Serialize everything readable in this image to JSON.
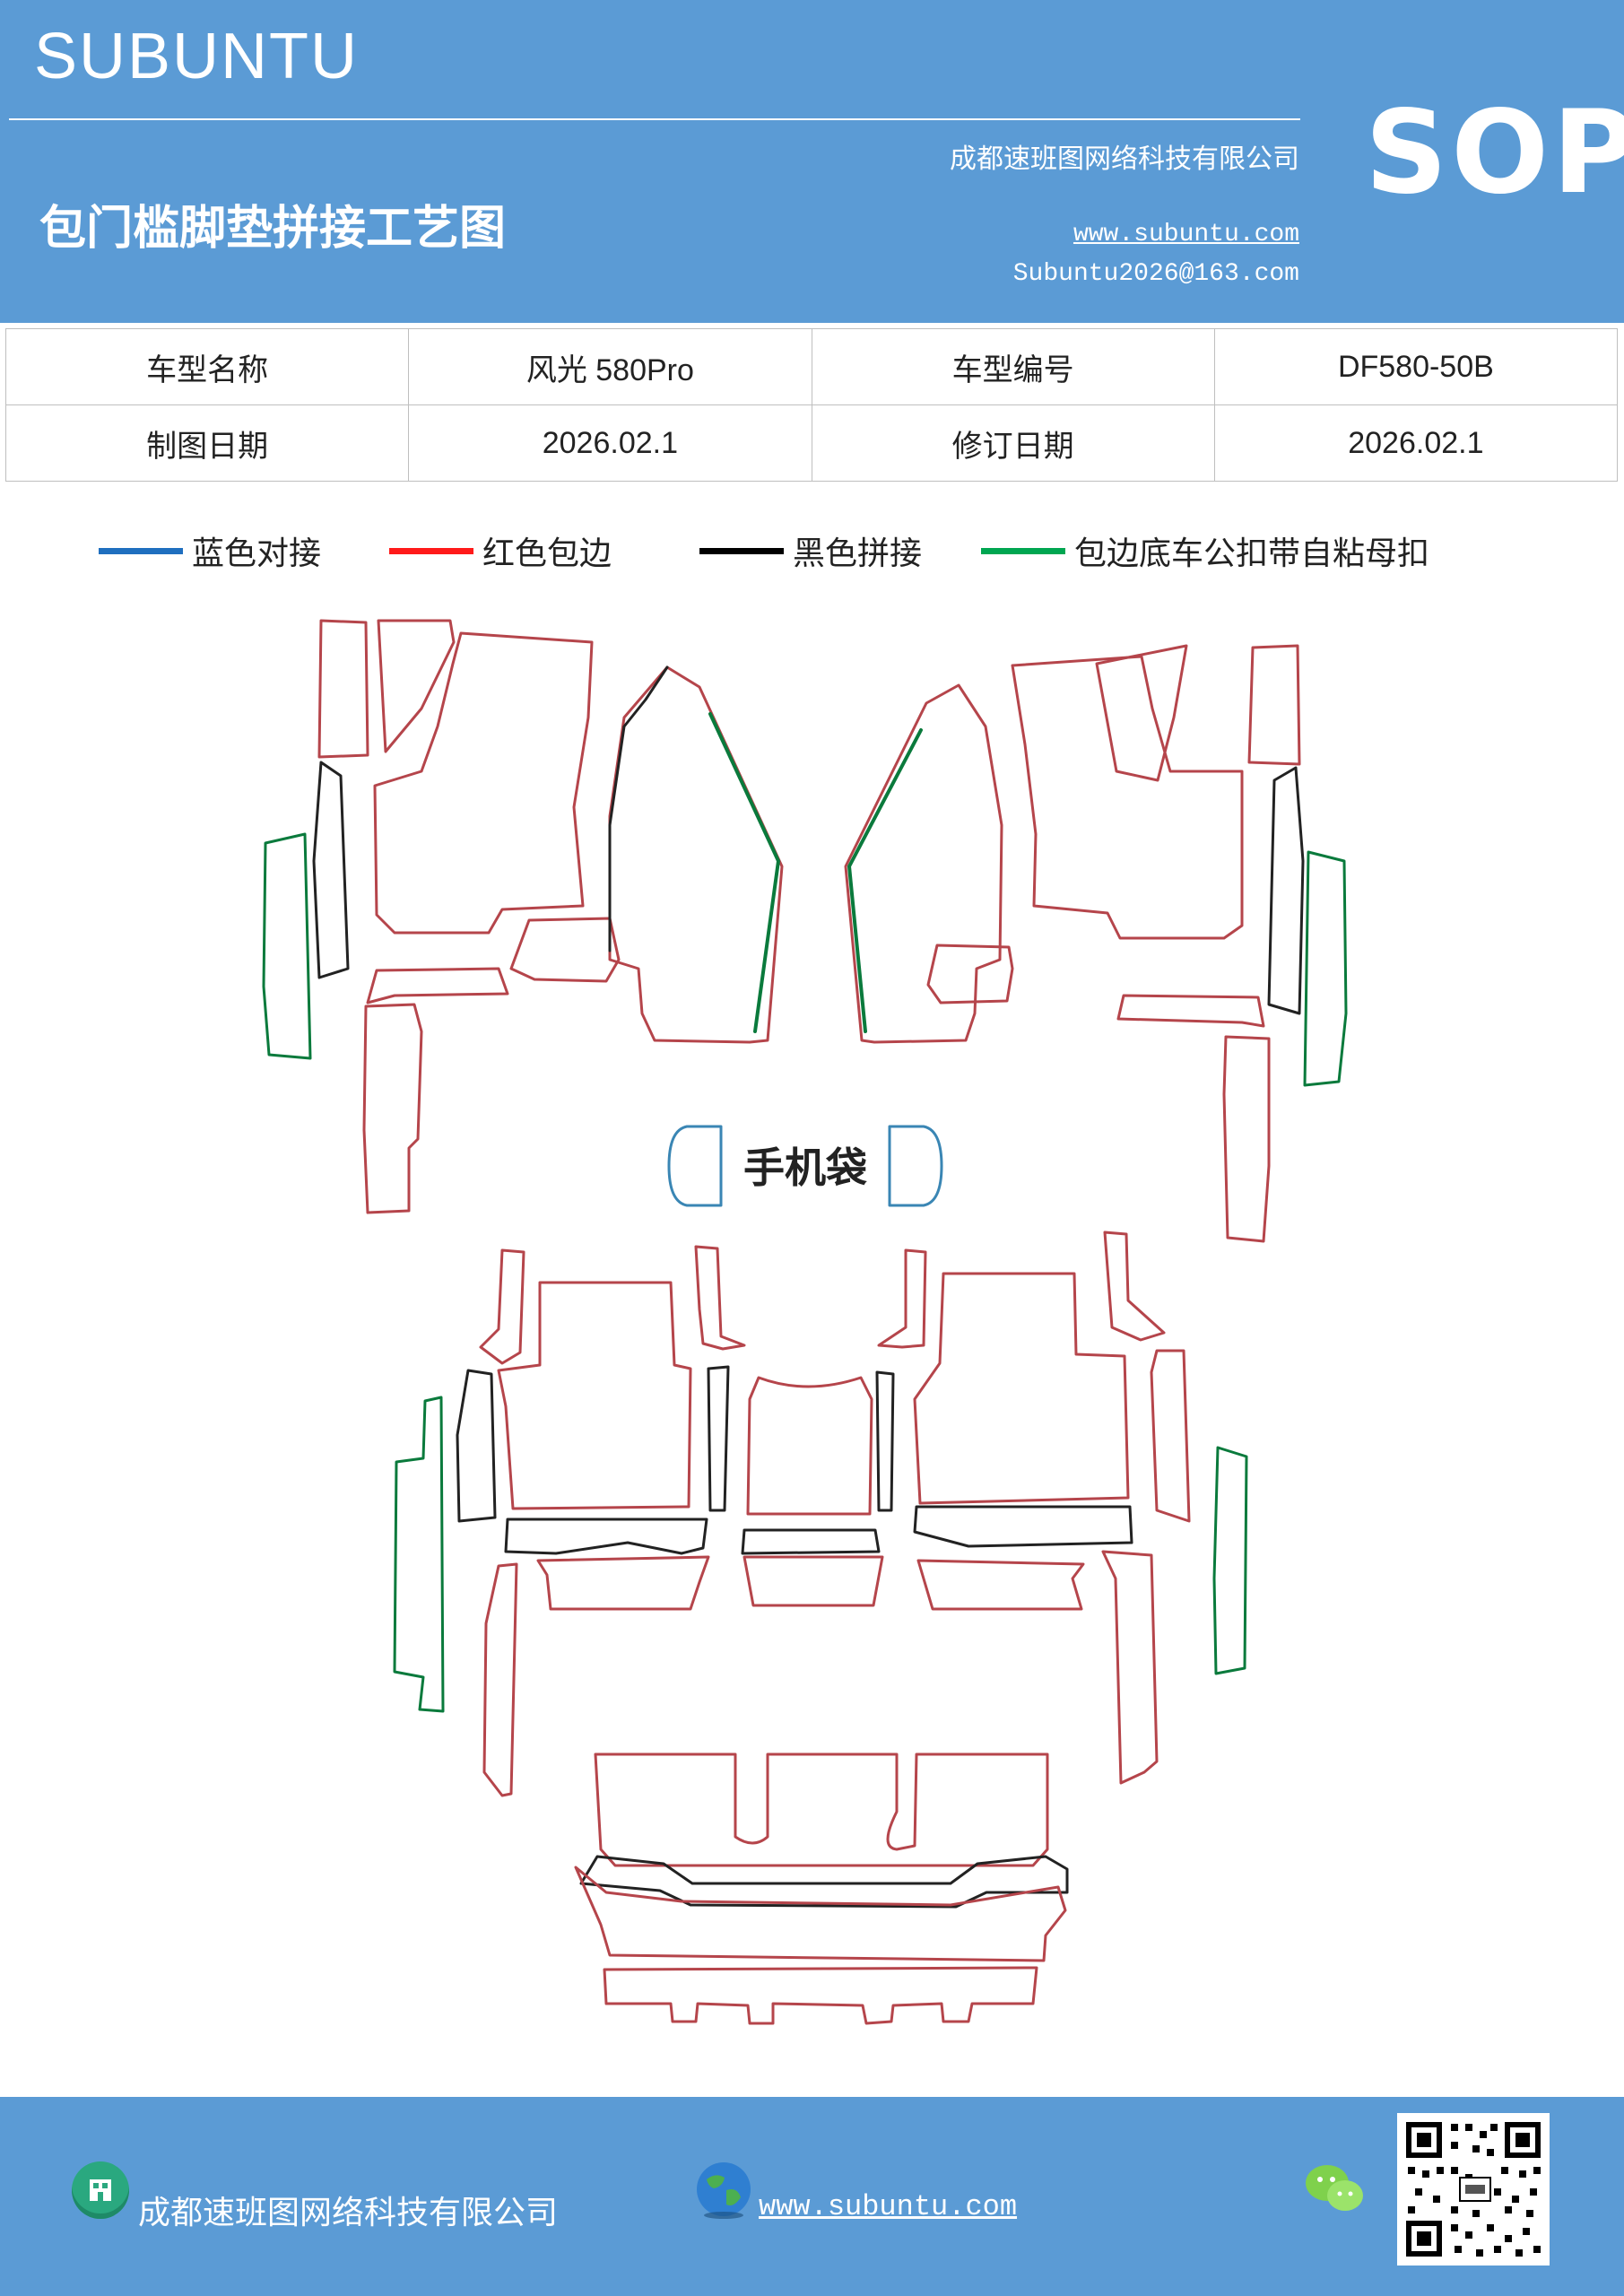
{
  "header": {
    "brand": "SUBUNTU",
    "sop": "SOP",
    "company": "成都速班图网络科技有限公司",
    "title": "包门槛脚垫拼接工艺图",
    "website": "www.subuntu.com",
    "email": "Subuntu2026@163.com"
  },
  "info_table": {
    "row1": [
      "车型名称",
      "风光 580Pro",
      "车型编号",
      "DF580-50B"
    ],
    "row2": [
      "制图日期",
      "2026.02.1",
      "修订日期",
      "2026.02.1"
    ]
  },
  "legend": [
    {
      "label": "蓝色对接",
      "color": "#1f6fbf"
    },
    {
      "label": "红色包边",
      "color": "#ff1a1a"
    },
    {
      "label": "黑色拼接",
      "color": "#000000"
    },
    {
      "label": "包边底车公扣带自粘母扣",
      "color": "#00a651"
    }
  ],
  "diagram": {
    "phone_bag_label": "手机袋",
    "colors": {
      "edge": "#b5454b",
      "seam": "#222222",
      "velcro": "#0a7a3c",
      "butt": "#3a86b4"
    }
  },
  "footer": {
    "company": "成都速班图网络科技有限公司",
    "website": "www.subuntu.com",
    "icons": [
      "building-icon",
      "globe-icon",
      "wechat-icon",
      "qr-code"
    ]
  }
}
